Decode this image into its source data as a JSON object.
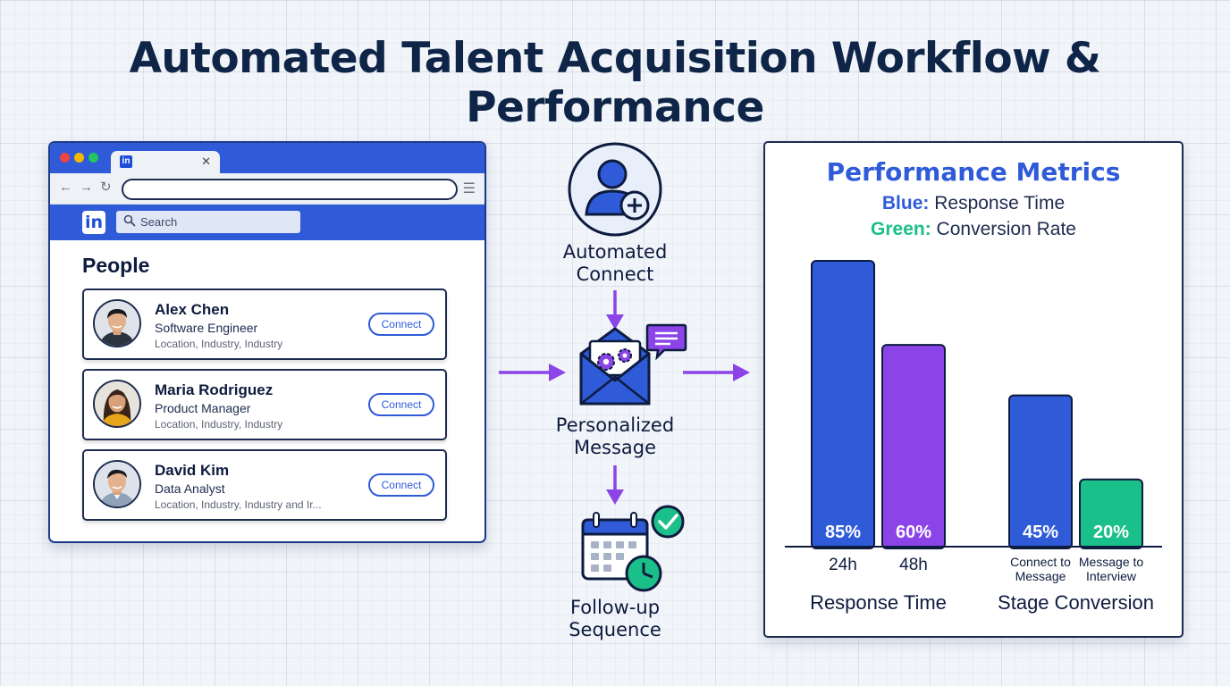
{
  "title": "Automated Talent Acquisition Workflow & Performance",
  "browser": {
    "search_placeholder": "Search",
    "section_title": "People",
    "profiles": [
      {
        "name": "Alex Chen",
        "role": "Software Engineer",
        "location": "Location, Industry, Industry",
        "button": "Connect"
      },
      {
        "name": "Maria Rodriguez",
        "role": "Product Manager",
        "location": "Location, Industry, Industry",
        "button": "Connect"
      },
      {
        "name": "David Kim",
        "role": "Data Analyst",
        "location": "Location, Industry, Industry and Ir...",
        "button": "Connect"
      }
    ]
  },
  "flow": {
    "steps": [
      {
        "label_line1": "Automated",
        "label_line2": "Connect",
        "icon": "user-plus-icon"
      },
      {
        "label_line1": "Personalized",
        "label_line2": "Message",
        "icon": "envelope-gears-icon"
      },
      {
        "label_line1": "Follow-up",
        "label_line2": "Sequence",
        "icon": "calendar-clock-icon"
      }
    ]
  },
  "metrics": {
    "title": "Performance Metrics",
    "legend": [
      {
        "key": "Blue:",
        "text": "Response Time",
        "color": "#2f5bd8"
      },
      {
        "key": "Green:",
        "text": "Conversion Rate",
        "color": "#1bbf8a"
      }
    ]
  },
  "chart_data": {
    "type": "bar",
    "groups": [
      {
        "label": "Response Time",
        "bars": [
          {
            "category": "24h",
            "value": 85,
            "label": "85%",
            "color": "#2f5bd8"
          },
          {
            "category": "48h",
            "value": 60,
            "label": "60%",
            "color": "#8b44e8"
          }
        ]
      },
      {
        "label": "Stage Conversion",
        "bars": [
          {
            "category": "Connect to Message",
            "value": 45,
            "label": "45%",
            "color": "#2f5bd8"
          },
          {
            "category": "Message to Interview",
            "value": 20,
            "label": "20%",
            "color": "#1bbf8a"
          }
        ]
      }
    ]
  },
  "colors": {
    "primary_blue": "#2f5bd8",
    "purple": "#8b44e8",
    "green": "#1bbf8a",
    "navy": "#0d1b3e"
  }
}
